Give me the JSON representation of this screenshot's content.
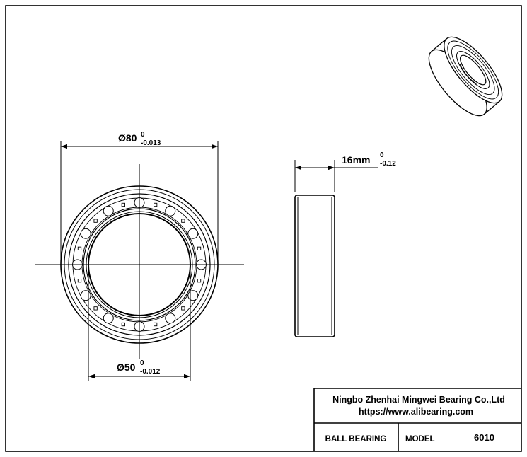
{
  "front_view": {
    "outer_diameter": {
      "symbol": "Ø",
      "value": "80",
      "upper_tol": "0",
      "lower_tol": "-0.013"
    },
    "inner_diameter": {
      "symbol": "Ø",
      "value": "50",
      "upper_tol": "0",
      "lower_tol": "-0.012"
    },
    "ball_count": 12
  },
  "side_view": {
    "width": {
      "value": "16mm",
      "upper_tol": "0",
      "lower_tol": "-0.12"
    }
  },
  "title_block": {
    "company": "Ningbo Zhenhai Mingwei Bearing Co.,Ltd",
    "website": "https://www.alibearing.com",
    "part_type": "BALL BEARING",
    "model_label": "MODEL",
    "model_value": "6010"
  },
  "colors": {
    "line": "#000000",
    "background": "#ffffff"
  }
}
